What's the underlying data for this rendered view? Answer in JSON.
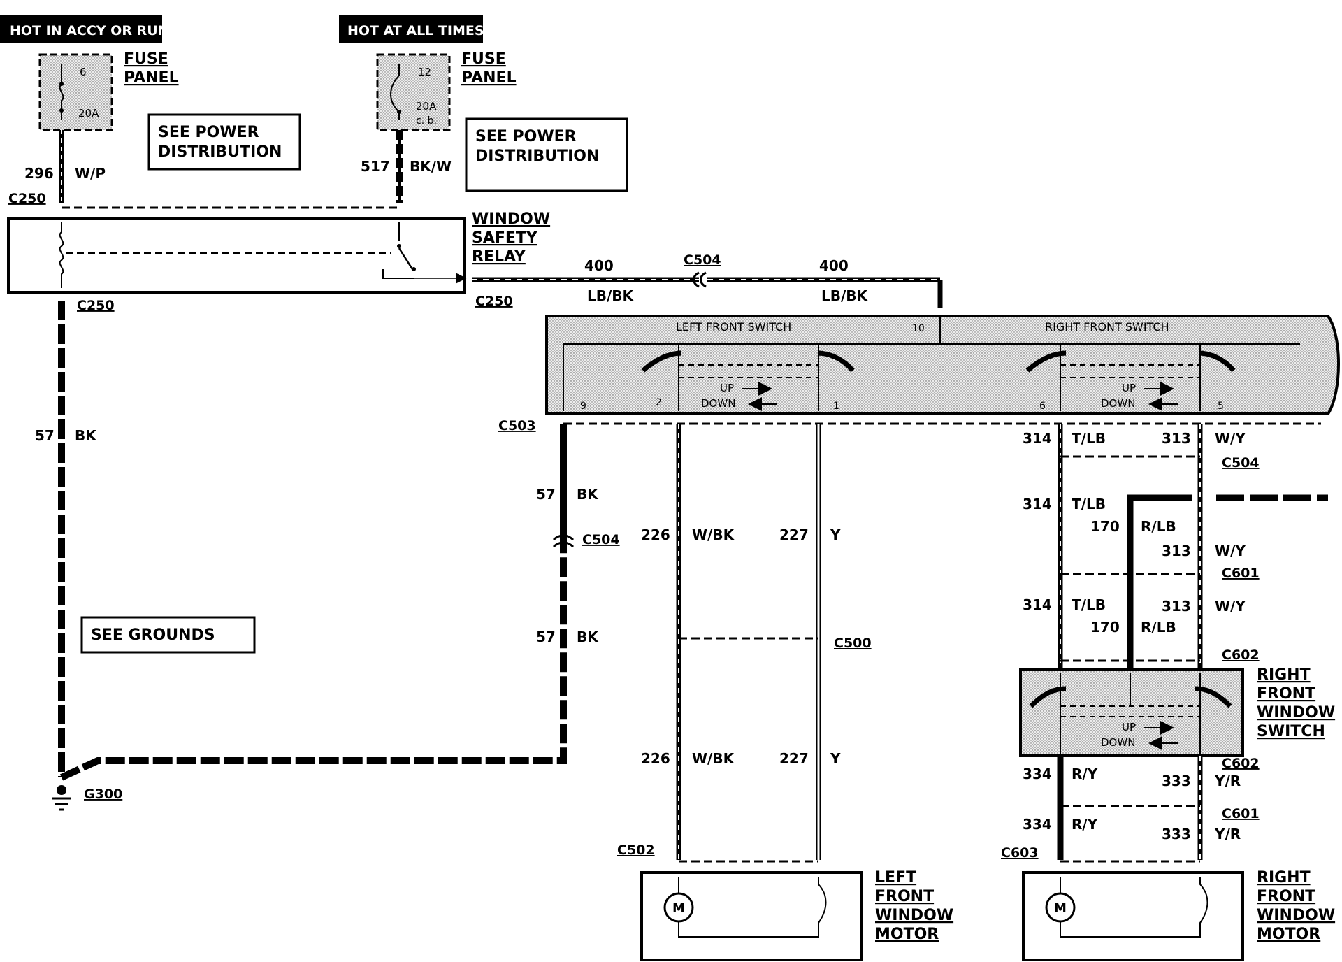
{
  "headers": {
    "accy_run": "HOT IN ACCY OR RUN",
    "all_times": "HOT AT ALL TIMES"
  },
  "fuses": {
    "left": {
      "number": "6",
      "rating": "20A",
      "label1": "FUSE",
      "label2": "PANEL"
    },
    "right": {
      "number": "12",
      "rating": "20A",
      "rating2": "c. b.",
      "label1": "FUSE",
      "label2": "PANEL"
    }
  },
  "notes": {
    "power_dist_1a": "SEE POWER",
    "power_dist_1b": "DISTRIBUTION",
    "power_dist_2a": "SEE POWER",
    "power_dist_2b": "DISTRIBUTION",
    "grounds": "SEE GROUNDS"
  },
  "wires": {
    "w296": {
      "circuit": "296",
      "color": "W/P"
    },
    "w517": {
      "circuit": "517",
      "color": "BK/W"
    },
    "w400a": {
      "circuit": "400",
      "color": "LB/BK"
    },
    "w400b": {
      "circuit": "400",
      "color": "LB/BK"
    },
    "w57a": {
      "circuit": "57",
      "color": "BK"
    },
    "w57b": {
      "circuit": "57",
      "color": "BK"
    },
    "w57c": {
      "circuit": "57",
      "color": "BK"
    },
    "w226a": {
      "circuit": "226",
      "color": "W/BK"
    },
    "w227a": {
      "circuit": "227",
      "color": "Y"
    },
    "w226b": {
      "circuit": "226",
      "color": "W/BK"
    },
    "w227b": {
      "circuit": "227",
      "color": "Y"
    },
    "w314a": {
      "circuit": "314",
      "color": "T/LB"
    },
    "w313a": {
      "circuit": "313",
      "color": "W/Y"
    },
    "w314b": {
      "circuit": "314",
      "color": "T/LB"
    },
    "w170a": {
      "circuit": "170",
      "color": "R/LB"
    },
    "w313b": {
      "circuit": "313",
      "color": "W/Y"
    },
    "w314c": {
      "circuit": "314",
      "color": "T/LB"
    },
    "w313c": {
      "circuit": "313",
      "color": "W/Y"
    },
    "w170b": {
      "circuit": "170",
      "color": "R/LB"
    },
    "w334a": {
      "circuit": "334",
      "color": "R/Y"
    },
    "w333a": {
      "circuit": "333",
      "color": "Y/R"
    },
    "w334b": {
      "circuit": "334",
      "color": "R/Y"
    },
    "w333b": {
      "circuit": "333",
      "color": "Y/R"
    }
  },
  "connectors": {
    "c250a": "C250",
    "c250b": "C250",
    "c250c": "C250",
    "c504a": "C504",
    "c504b": "C504",
    "c504c": "C504",
    "c503": "C503",
    "c500": "C500",
    "c601a": "C601",
    "c601b": "C601",
    "c602a": "C602",
    "c602b": "C602",
    "c502": "C502",
    "c603": "C603",
    "g300": "G300"
  },
  "components": {
    "relay": [
      "WINDOW",
      "SAFETY",
      "RELAY"
    ],
    "master": {
      "left": "LEFT FRONT SWITCH",
      "right": "RIGHT FRONT SWITCH"
    },
    "rf_switch": [
      "RIGHT",
      "FRONT",
      "WINDOW",
      "SWITCH"
    ],
    "lf_motor": [
      "LEFT",
      "FRONT",
      "WINDOW",
      "MOTOR"
    ],
    "rf_motor": [
      "RIGHT",
      "FRONT",
      "WINDOW",
      "MOTOR"
    ],
    "motor_symbol": "M"
  },
  "pins": {
    "p10": "10",
    "p9": "9",
    "p2": "2",
    "p1": "1",
    "p6": "6",
    "p5": "5"
  },
  "switch_text": {
    "up": "UP",
    "down": "DOWN"
  }
}
